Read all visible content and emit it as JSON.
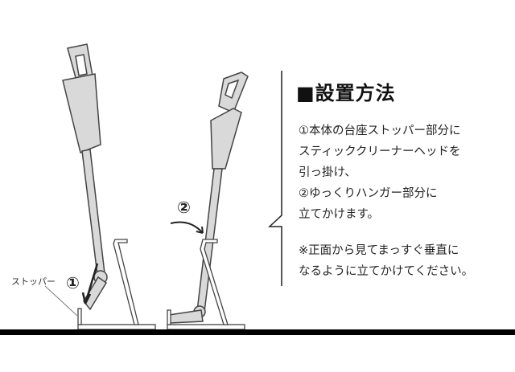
{
  "heading": "■設置方法",
  "steps": [
    "①本体の台座ストッパー部分に",
    "スティッククリーナーヘッドを",
    "引っ掛け、",
    "②ゆっくりハンガー部分に",
    "立てかけます。"
  ],
  "note": [
    "※正面から見てまっすぐ垂直に",
    "なるように立てかけてください。"
  ],
  "illustration": {
    "stopper_label": "ストッパー",
    "step1_marker": "①",
    "step2_marker": "②"
  },
  "colors": {
    "body": "#d9d9d9",
    "outline": "#444444",
    "floor": "#000000"
  }
}
